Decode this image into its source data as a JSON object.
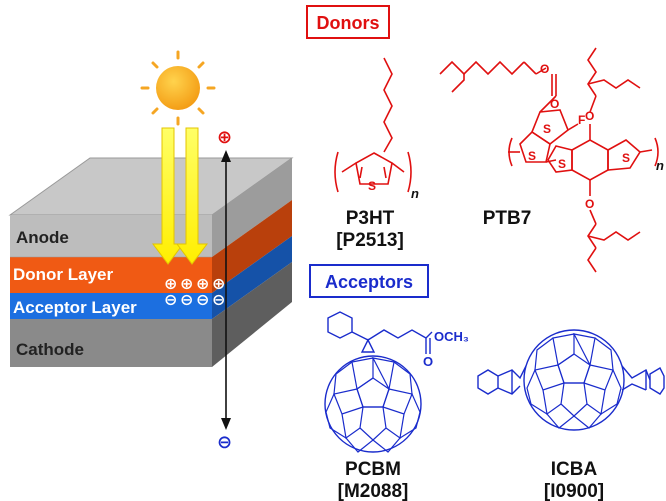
{
  "layers": {
    "anode": "Anode",
    "donor": "Donor Layer",
    "acceptor": "Acceptor Layer",
    "cathode": "Cathode"
  },
  "charges": {
    "plus": "⊕",
    "minus": "⊖"
  },
  "headings": {
    "donors": "Donors",
    "acceptors": "Acceptors"
  },
  "molecules": {
    "p3ht": {
      "name": "P3HT",
      "code": "[P2513]"
    },
    "ptb7": {
      "name": "PTB7"
    },
    "pcbm": {
      "name": "PCBM",
      "code": "[M2088]"
    },
    "icba": {
      "name": "ICBA",
      "code": "[I0900]"
    }
  },
  "atoms": {
    "s": "S",
    "o": "O",
    "f": "F",
    "n": "n",
    "och3": "OCH₃"
  },
  "colors": {
    "donor": "#e01010",
    "acceptor": "#1a2ccc",
    "anode": "#bdbdbd",
    "donorLayer": "#f05a14",
    "acceptorLayer": "#1c6fe0",
    "cathode": "#8a8a8a",
    "sun": "#f5a623",
    "beam": "#ffff22"
  }
}
